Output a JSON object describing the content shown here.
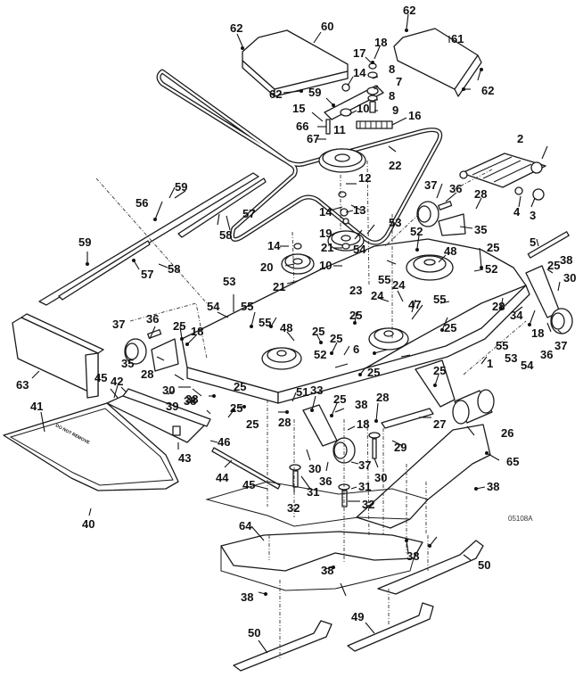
{
  "diagram": {
    "title": "Mower Deck Exploded Parts Diagram",
    "figure_ref": "05108A",
    "chute_decal": "DO NOT REMOVE",
    "callouts": [
      {
        "id": "c1",
        "label": "62"
      },
      {
        "id": "c2",
        "label": "60"
      },
      {
        "id": "c3",
        "label": "62"
      },
      {
        "id": "c4",
        "label": "61"
      },
      {
        "id": "c5",
        "label": "17"
      },
      {
        "id": "c6",
        "label": "18"
      },
      {
        "id": "c7",
        "label": "14"
      },
      {
        "id": "c8",
        "label": "8"
      },
      {
        "id": "c9",
        "label": "7"
      },
      {
        "id": "c10",
        "label": "62"
      },
      {
        "id": "c11",
        "label": "59"
      },
      {
        "id": "c12",
        "label": "8"
      },
      {
        "id": "c13",
        "label": "62"
      },
      {
        "id": "c14",
        "label": "10"
      },
      {
        "id": "c15",
        "label": "9"
      },
      {
        "id": "c16",
        "label": "15"
      },
      {
        "id": "c17",
        "label": "16"
      },
      {
        "id": "c18",
        "label": "66"
      },
      {
        "id": "c19",
        "label": "11"
      },
      {
        "id": "c20",
        "label": "67"
      },
      {
        "id": "c21",
        "label": "22"
      },
      {
        "id": "c22",
        "label": "2"
      },
      {
        "id": "c23",
        "label": "12"
      },
      {
        "id": "c24",
        "label": "59"
      },
      {
        "id": "c25",
        "label": "56"
      },
      {
        "id": "c26",
        "label": "57"
      },
      {
        "id": "c27",
        "label": "37"
      },
      {
        "id": "c28",
        "label": "36"
      },
      {
        "id": "c29",
        "label": "28"
      },
      {
        "id": "c30",
        "label": "13"
      },
      {
        "id": "c31",
        "label": "4"
      },
      {
        "id": "c32",
        "label": "3"
      },
      {
        "id": "c33",
        "label": "58"
      },
      {
        "id": "c34",
        "label": "14"
      },
      {
        "id": "c35",
        "label": "53"
      },
      {
        "id": "c36",
        "label": "35"
      },
      {
        "id": "c37",
        "label": "19"
      },
      {
        "id": "c38",
        "label": "59"
      },
      {
        "id": "c39",
        "label": "52"
      },
      {
        "id": "c40",
        "label": "14"
      },
      {
        "id": "c41",
        "label": "21"
      },
      {
        "id": "c42",
        "label": "54"
      },
      {
        "id": "c43",
        "label": "48"
      },
      {
        "id": "c44",
        "label": "25"
      },
      {
        "id": "c45",
        "label": "5"
      },
      {
        "id": "c46",
        "label": "20"
      },
      {
        "id": "c47",
        "label": "10"
      },
      {
        "id": "c48",
        "label": "58"
      },
      {
        "id": "c49",
        "label": "57"
      },
      {
        "id": "c50",
        "label": "52"
      },
      {
        "id": "c51",
        "label": "25"
      },
      {
        "id": "c52",
        "label": "38"
      },
      {
        "id": "c53",
        "label": "21"
      },
      {
        "id": "c54",
        "label": "55"
      },
      {
        "id": "c55",
        "label": "30"
      },
      {
        "id": "c56",
        "label": "53"
      },
      {
        "id": "c57",
        "label": "23"
      },
      {
        "id": "c58",
        "label": "24"
      },
      {
        "id": "c59",
        "label": "24"
      },
      {
        "id": "c60",
        "label": "55"
      },
      {
        "id": "c61",
        "label": "54"
      },
      {
        "id": "c62",
        "label": "55"
      },
      {
        "id": "c63",
        "label": "47"
      },
      {
        "id": "c64",
        "label": "28"
      },
      {
        "id": "c65",
        "label": "25"
      },
      {
        "id": "c66",
        "label": "34"
      },
      {
        "id": "c67",
        "label": "55"
      },
      {
        "id": "c68",
        "label": "48"
      },
      {
        "id": "c69",
        "label": "36"
      },
      {
        "id": "c70",
        "label": "25"
      },
      {
        "id": "c71",
        "label": "18"
      },
      {
        "id": "c72",
        "label": "37"
      },
      {
        "id": "c73",
        "label": "37"
      },
      {
        "id": "c74",
        "label": "25"
      },
      {
        "id": "c75",
        "label": "25"
      },
      {
        "id": "c76",
        "label": "6"
      },
      {
        "id": "c77",
        "label": "25"
      },
      {
        "id": "c78",
        "label": "18"
      },
      {
        "id": "c79",
        "label": "1"
      },
      {
        "id": "c80",
        "label": "55"
      },
      {
        "id": "c81",
        "label": "53"
      },
      {
        "id": "c82",
        "label": "54"
      },
      {
        "id": "c83",
        "label": "36"
      },
      {
        "id": "c84",
        "label": "35"
      },
      {
        "id": "c85",
        "label": "52"
      },
      {
        "id": "c86",
        "label": "25"
      },
      {
        "id": "c87",
        "label": "28"
      },
      {
        "id": "c88",
        "label": "38"
      },
      {
        "id": "c89",
        "label": "25"
      },
      {
        "id": "c90",
        "label": "63"
      },
      {
        "id": "c91",
        "label": "45"
      },
      {
        "id": "c92",
        "label": "42"
      },
      {
        "id": "c93",
        "label": "30"
      },
      {
        "id": "c94",
        "label": "38"
      },
      {
        "id": "c95",
        "label": "25"
      },
      {
        "id": "c96",
        "label": "51"
      },
      {
        "id": "c97",
        "label": "25"
      },
      {
        "id": "c98",
        "label": "39"
      },
      {
        "id": "c99",
        "label": "25"
      },
      {
        "id": "c100",
        "label": "33"
      },
      {
        "id": "c101",
        "label": "41"
      },
      {
        "id": "c102",
        "label": "25"
      },
      {
        "id": "c103",
        "label": "28"
      },
      {
        "id": "c104",
        "label": "38"
      },
      {
        "id": "c105",
        "label": "28"
      },
      {
        "id": "c106",
        "label": "27"
      },
      {
        "id": "c107",
        "label": "46"
      },
      {
        "id": "c108",
        "label": "43"
      },
      {
        "id": "c109",
        "label": "18"
      },
      {
        "id": "c110",
        "label": "26"
      },
      {
        "id": "c111",
        "label": "29"
      },
      {
        "id": "c112",
        "label": "30"
      },
      {
        "id": "c113",
        "label": "37"
      },
      {
        "id": "c114",
        "label": "30"
      },
      {
        "id": "c115",
        "label": "65"
      },
      {
        "id": "c116",
        "label": "44"
      },
      {
        "id": "c117",
        "label": "36"
      },
      {
        "id": "c118",
        "label": "31"
      },
      {
        "id": "c119",
        "label": "31"
      },
      {
        "id": "c120",
        "label": "45"
      },
      {
        "id": "c121",
        "label": "32"
      },
      {
        "id": "c122",
        "label": "32"
      },
      {
        "id": "c123",
        "label": "38"
      },
      {
        "id": "c124",
        "label": "40"
      },
      {
        "id": "c125",
        "label": "64"
      },
      {
        "id": "c126",
        "label": "38"
      },
      {
        "id": "c127",
        "label": "38"
      },
      {
        "id": "c128",
        "label": "50"
      },
      {
        "id": "c129",
        "label": "38"
      },
      {
        "id": "c130",
        "label": "50"
      },
      {
        "id": "c131",
        "label": "49"
      }
    ]
  }
}
